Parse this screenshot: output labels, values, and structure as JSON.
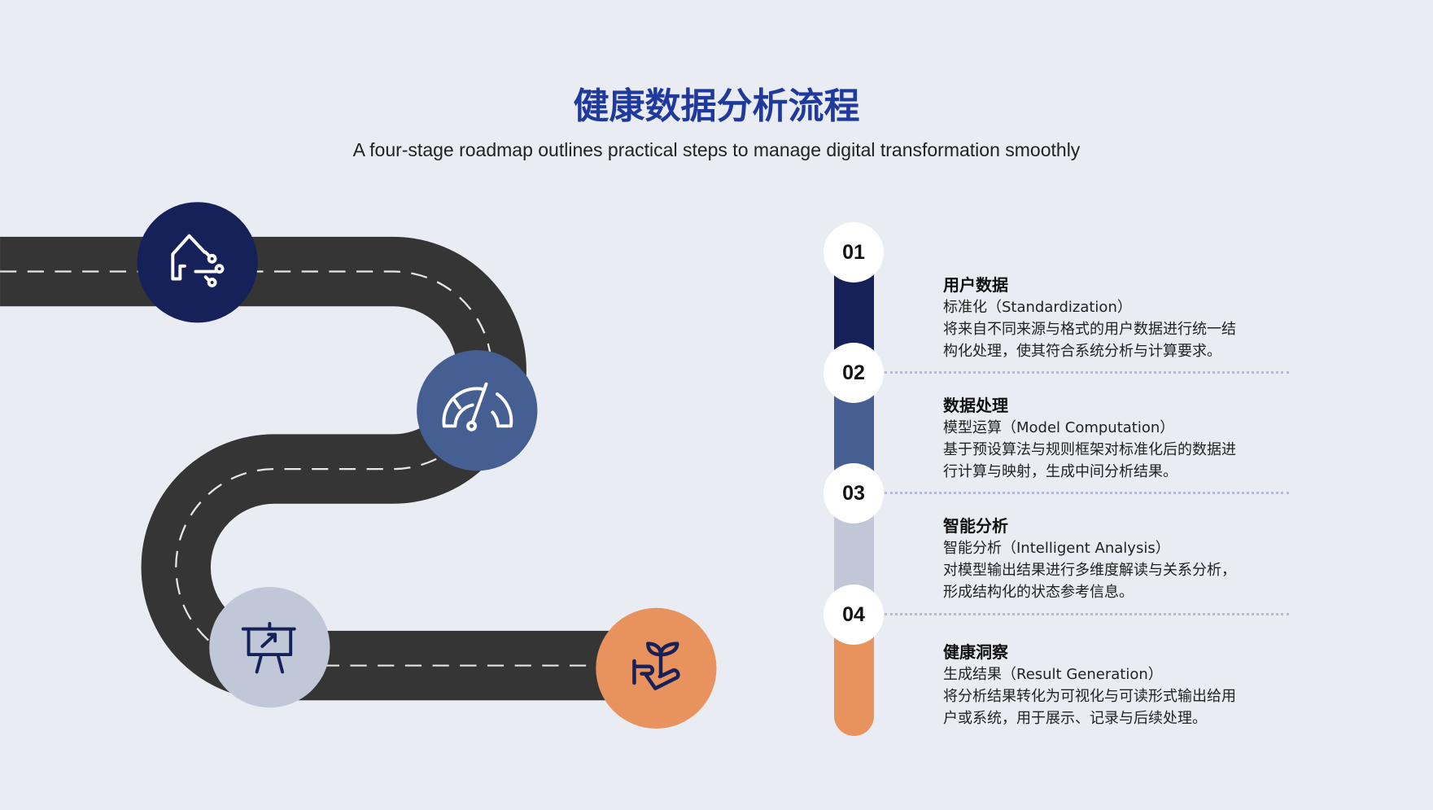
{
  "header": {
    "title": "健康数据分析流程",
    "subtitle": "A four-stage roadmap outlines practical steps to manage digital transformation smoothly"
  },
  "colors": {
    "stage1": "#16215a",
    "stage2": "#455f93",
    "stage3": "#c0c7d7",
    "stage4": "#e8925e",
    "road": "#353535",
    "title": "#1f3a9c"
  },
  "road_icons": [
    "smart-home-icon",
    "speedometer-icon",
    "presentation-growth-icon",
    "hand-plant-icon"
  ],
  "steps": [
    {
      "number": "01",
      "title": "用户数据",
      "subtitle": "标准化（Standardization）",
      "lines": [
        "将来自不同来源与格式的用户数据进行统一结",
        "构化处理，使其符合系统分析与计算要求。"
      ]
    },
    {
      "number": "02",
      "title": "数据处理",
      "subtitle": "模型运算（Model Computation）",
      "lines": [
        "基于预设算法与规则框架对标准化后的数据进",
        "行计算与映射，生成中间分析结果。"
      ]
    },
    {
      "number": "03",
      "title": "智能分析",
      "subtitle": "智能分析（Intelligent Analysis）",
      "lines": [
        "对模型输出结果进行多维度解读与关系分析，",
        "形成结构化的状态参考信息。"
      ]
    },
    {
      "number": "04",
      "title": "健康洞察",
      "subtitle": "生成结果（Result Generation）",
      "lines": [
        "将分析结果转化为可视化与可读形式输出给用",
        "户或系统，用于展示、记录与后续处理。"
      ]
    }
  ]
}
